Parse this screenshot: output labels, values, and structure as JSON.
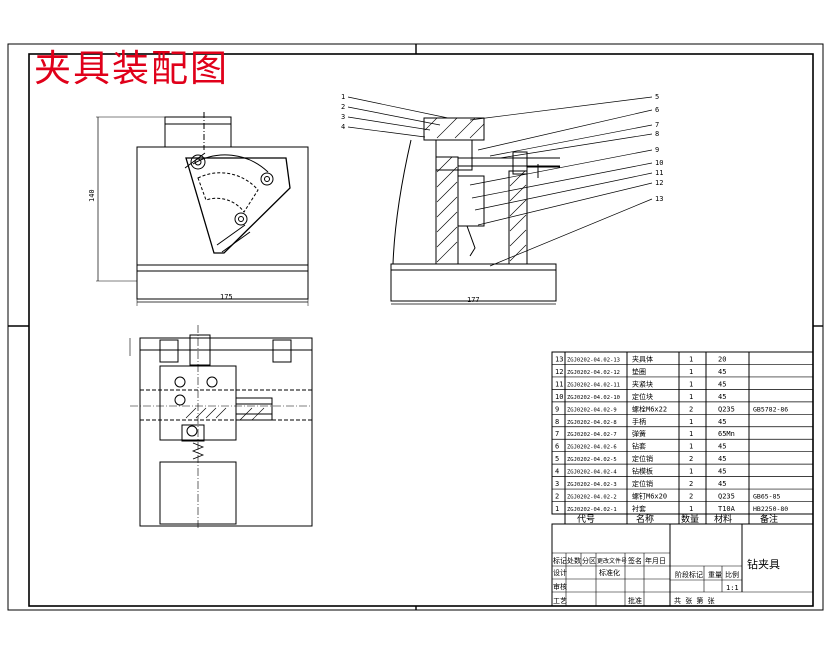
{
  "title": "夹具装配图",
  "dims": {
    "front_height": "140",
    "front_width": "175",
    "side_width": "177"
  },
  "leaders": [
    "1",
    "2",
    "3",
    "4",
    "5",
    "6",
    "7",
    "8",
    "9",
    "10",
    "11",
    "12",
    "13"
  ],
  "bom": {
    "rows": [
      {
        "no": "13",
        "code": "ZGJ0202-04.02-13",
        "name": "夹具体",
        "qty": "1",
        "mat": "20",
        "note": ""
      },
      {
        "no": "12",
        "code": "ZGJ0202-04.02-12",
        "name": "垫圈",
        "qty": "1",
        "mat": "45",
        "note": ""
      },
      {
        "no": "11",
        "code": "ZGJ0202-04.02-11",
        "name": "夹紧块",
        "qty": "1",
        "mat": "45",
        "note": ""
      },
      {
        "no": "10",
        "code": "ZGJ0202-04.02-10",
        "name": "定位块",
        "qty": "1",
        "mat": "45",
        "note": ""
      },
      {
        "no": "9",
        "code": "ZGJ0202-04.02-9",
        "name": "螺栓M6x22",
        "qty": "2",
        "mat": "Q235",
        "note": "GB5782-86"
      },
      {
        "no": "8",
        "code": "ZGJ0202-04.02-8",
        "name": "手柄",
        "qty": "1",
        "mat": "45",
        "note": ""
      },
      {
        "no": "7",
        "code": "ZGJ0202-04.02-7",
        "name": "弹簧",
        "qty": "1",
        "mat": "65Mn",
        "note": ""
      },
      {
        "no": "6",
        "code": "ZGJ0202-04.02-6",
        "name": "钻套",
        "qty": "1",
        "mat": "45",
        "note": ""
      },
      {
        "no": "5",
        "code": "ZGJ0202-04.02-5",
        "name": "定位销",
        "qty": "2",
        "mat": "45",
        "note": ""
      },
      {
        "no": "4",
        "code": "ZGJ0202-04.02-4",
        "name": "钻模板",
        "qty": "1",
        "mat": "45",
        "note": ""
      },
      {
        "no": "3",
        "code": "ZGJ0202-04.02-3",
        "name": "定位销",
        "qty": "2",
        "mat": "45",
        "note": ""
      },
      {
        "no": "2",
        "code": "ZGJ0202-04.02-2",
        "name": "螺钉M6x20",
        "qty": "2",
        "mat": "Q235",
        "note": "GB65-85"
      },
      {
        "no": "1",
        "code": "ZGJ0202-04.02-1",
        "name": "衬套",
        "qty": "1",
        "mat": "T10A",
        "note": "HB2250-80"
      }
    ],
    "header": {
      "code": "代号",
      "name": "名称",
      "qty": "数量",
      "mat": "材料",
      "note": "备注"
    }
  },
  "title_block": {
    "name": "钻夹具",
    "rev_labels": [
      "标记",
      "处数",
      "分区",
      "更改文件号",
      "签名",
      "年月日"
    ],
    "design": "设计",
    "std": "标准化",
    "stage": "阶段标记",
    "weight": "重量",
    "scale": "比例",
    "scale_val": "1:1",
    "review": "审核",
    "process": "工艺",
    "approve": "批准",
    "sheets": "共 张 第 张"
  }
}
